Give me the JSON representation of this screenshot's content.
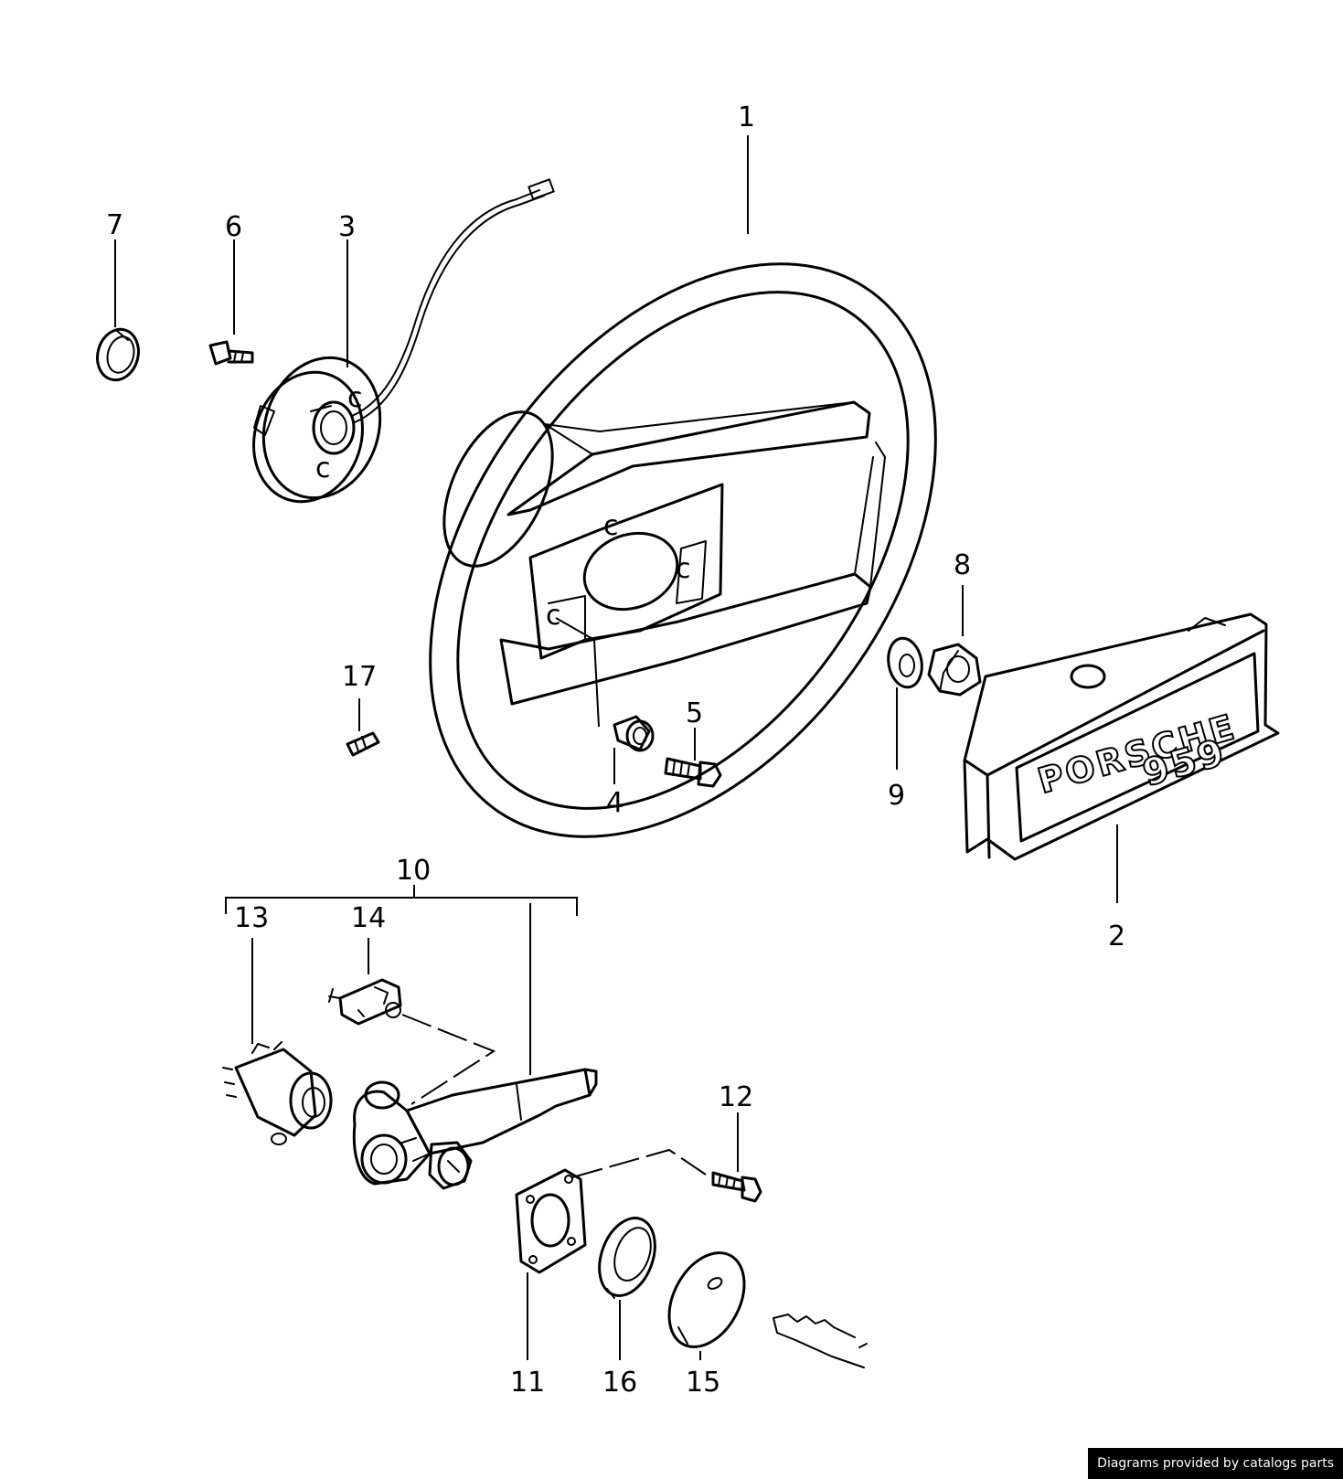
{
  "diagram": {
    "callouts": [
      "1",
      "2",
      "3",
      "4",
      "5",
      "6",
      "7",
      "8",
      "9",
      "10",
      "11",
      "12",
      "13",
      "14",
      "15",
      "16",
      "17"
    ],
    "logo": {
      "brand": "PORSCHE",
      "model": "959"
    }
  },
  "footer": {
    "credit": "Diagrams provided by catalogs parts"
  }
}
